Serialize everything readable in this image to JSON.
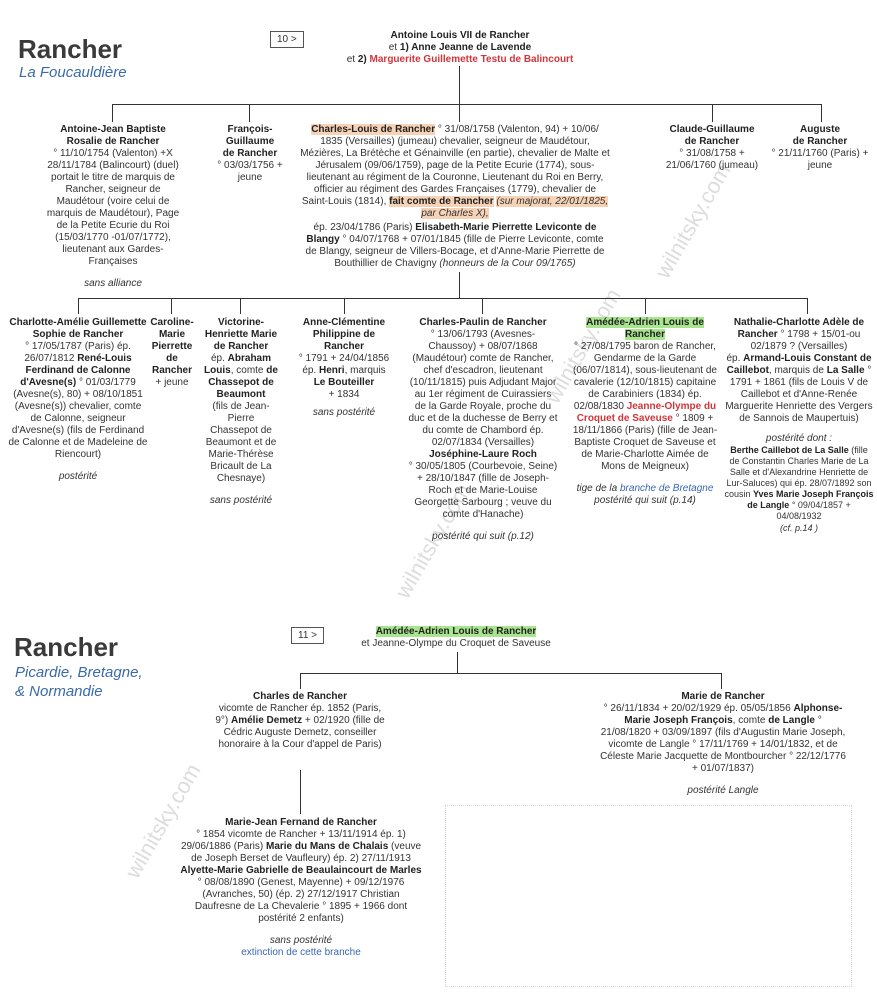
{
  "section1": {
    "title": "Rancher",
    "subtitle": "La Foucauldière",
    "page_ref": "10 >",
    "head": {
      "line1": "Antoine Louis VII de Rancher",
      "line2_a": "et ",
      "line2_b": "1) Anne Jeanne de Lavende",
      "line3_a": "et ",
      "line3_b": "2)",
      "line3_c": "Marguerite Guillemette Testu de Balincourt"
    },
    "children": {
      "antoine_jean": {
        "name1": "Antoine-Jean Baptiste",
        "name2": "Rosalie de Rancher",
        "body": "° 11/10/1754 (Valenton) +X 28/11/1784 (Balincourt) (duel) portait le titre de marquis de Rancher, seigneur de Maudétour (voire celui de marquis de Maudétour), Page de la Petite Ecurie du Roi (15/03/1770 -01/07/1772), lieutenant aux Gardes-Françaises",
        "note": "sans alliance"
      },
      "francois": {
        "name1": "François-",
        "name2": "Guillaume",
        "name3": "de Rancher",
        "body": "° 03/03/1756 + jeune"
      },
      "charles_louis": {
        "name": "Charles-Louis de Rancher",
        "body1": "° 31/08/1758 (Valenton, 94) + 10/06/ 1835 (Versailles) (jumeau) chevalier, seigneur de Maudétour, Mézières, La Brétèche et Génainville (en partie), chevalier de Malte et Jérusalem (09/06/1759), page de la Petite Ecurie (1774), sous-lieutenant au régiment de la Couronne, Lieutenant du Roi en Berry, officier au régiment des Gardes Françaises (1779), chevalier de Saint-Louis (1814),",
        "comte": "fait comte de Rancher",
        "comte_note": "(sur majorat, 22/01/1825, par Charles X),",
        "ep": "ép. 23/04/1786 (Paris)",
        "spouse": "Elisabeth-Marie Pierrette Leviconte de Blangy",
        "body2": "° 04/07/1768 + 07/01/1845 (fille de Pierre Leviconte, comte de Blangy, seigneur de Villers-Bocage, et d'Anne-Marie Pierrette de Bouthillier de Chavigny",
        "honneurs": "(honneurs de la Cour 09/1765)"
      },
      "claude": {
        "name1": "Claude-Guillaume",
        "name2": "de Rancher",
        "body": "° 31/08/1758 + 21/06/1760 (jumeau)"
      },
      "auguste": {
        "name1": "Auguste",
        "name2": "de Rancher",
        "body": "° 21/11/1760 (Paris) + jeune"
      }
    },
    "grandchildren": {
      "charlotte": {
        "name": "Charlotte-Amélie Guillemette Sophie de Rancher",
        "body1": "° 17/05/1787 (Paris) ép. 26/07/1812",
        "spouse": "René-Louis Ferdinand de Calonne d'Avesne(s)",
        "body2": "° 01/03/1779 (Avesne(s), 80) + 08/10/1851 (Avesne(s)) chevalier, comte de Calonne, seigneur d'Avesne(s) (fils de Ferdinand de Calonne et de Madeleine de Riencourt)",
        "note": "postérité"
      },
      "caroline": {
        "name": "Caroline-Marie Pierrette de Rancher",
        "body": "+ jeune"
      },
      "victorine": {
        "name": "Victorine-Henriette Marie de Rancher",
        "ep": "ép.",
        "spouse": "Abraham Louis",
        "mid": ", comte",
        "spouse2": "de Chassepot de Beaumont",
        "body": "(fils de Jean-Pierre Chassepot de Beaumont et de Marie-Thérèse Bricault de La Chesnaye)",
        "note": "sans postérité"
      },
      "anne": {
        "name": "Anne-Clémentine Philippine de Rancher",
        "body1": "° 1791 + 24/04/1856 ép.",
        "spouse": "Henri",
        "body2": ", marquis",
        "spouse2": "Le Bouteiller",
        "body3": "+ 1834",
        "note": "sans postérité"
      },
      "charles_paulin": {
        "name": "Charles-Paulin de Rancher",
        "body1": "° 13/06/1793 (Avesnes-Chaussoy) + 08/07/1868 (Maudétour) comte de Rancher, chef d'escadron, lieutenant (10/11/1815) puis Adjudant Major au 1er régiment de Cuirassiers de la Garde Royale, proche du duc et de la duchesse de Berry et du comte de Chambord ép. 02/07/1834 (Versailles)",
        "spouse": "Joséphine-Laure Roch",
        "body2": "° 30/05/1805 (Courbevoie, Seine) + 28/10/1847 (fille de Joseph-Roch et de Marie-Louise Georgette Sarbourg ; veuve du comte d'Hanache)",
        "note": "postérité qui suit (p.12)"
      },
      "amedee": {
        "name": "Amédée-Adrien Louis de Rancher",
        "body1": "° 27/08/1795 baron de Rancher, Gendarme de la Garde (06/07/1814), sous-lieutenant de cavalerie (12/10/1815) capitaine de Carabiniers (1834) ép. 02/08/1830",
        "spouse": "Jeanne-Olympe du Croquet de Saveuse",
        "body2": "° 1809 + 18/11/1866 (Paris) (fille de Jean-Baptiste Croquet de Saveuse et de Marie-Charlotte Aimée de Mons de Meigneux)",
        "note1": "tige de la",
        "note1_link": "branche de Bretagne",
        "note2": "postérité qui suit (p.14)"
      },
      "nathalie": {
        "name": "Nathalie-Charlotte Adèle de Rancher",
        "body1": "° 1798 + 15/01-ou 02/1879 ? (Versailles)",
        "ep": "ép.",
        "spouse": "Armand-Louis Constant de Caillebot",
        "body2": ", marquis de",
        "spouse2": "La Salle",
        "body3": "° 1791 + 1861 (fils de Louis V de Caillebot et d'Anne-Renée Marguerite Henriette des Vergers de Sannois de Maupertuis)",
        "note": "postérité dont :",
        "berthe": "Berthe Caillebot de La Salle",
        "body4": "(fille de Constantin Charles Marie de La Salle et d'Alexandrine Henriette de Lur-Saluces) qui ép. 28/07/1892 son cousin",
        "yves": "Yves Marie Joseph François de Langle",
        "body5": "° 09/04/1857 + 04/08/1932",
        "cf": "(cf. p.14 )"
      }
    }
  },
  "section2": {
    "title": "Rancher",
    "subtitle1": "Picardie, Bretagne,",
    "subtitle2": "& Normandie",
    "page_ref": "11 >",
    "head": {
      "line1": "Amédée-Adrien Louis de Rancher",
      "line2": "et Jeanne-Olympe du Croquet de Saveuse"
    },
    "charles": {
      "name": "Charles de Rancher",
      "body1": "vicomte de Rancher ép. 1852 (Paris, 9°)",
      "spouse": "Amélie Demetz",
      "body2": "+ 02/1920 (fille de Cédric Auguste Demetz, conseiller honoraire à la Cour d'appel de Paris)"
    },
    "marie": {
      "name": "Marie de Rancher",
      "body1": "° 26/11/1834 + 20/02/1929 ép. 05/05/1856",
      "spouse": "Alphonse-Marie Joseph François",
      "body2": ", comte",
      "spouse2": "de Langle",
      "body3": "° 21/08/1820 + 03/09/1897 (fils d'Augustin Marie Joseph, vicomte de Langle ° 17/11/1769 + 14/01/1832, et de Céleste Marie Jacquette de Montbourcher ° 22/12/1776 + 01/07/1837)",
      "note": "postérité Langle"
    },
    "marie_jean": {
      "name": "Marie-Jean Fernand de Rancher",
      "body1": "° 1854 vicomte de Rancher + 13/11/1914 ép. 1) 29/06/1886 (Paris)",
      "spouse1": "Marie du Mans de Chalais",
      "body2": "(veuve de Joseph Berset de Vaufleury) ép. 2) 27/11/1913",
      "spouse2": "Alyette-Marie Gabrielle de Beaulaincourt de Marles",
      "body3": "° 08/08/1890 (Genest, Mayenne) + 09/12/1976 (Avranches, 50) (ép. 2) 27/12/1917 Christian Daufresne de La Chevalerie ° 1895 + 1966 dont postérité 2 enfants)",
      "note1": "sans postérité",
      "note2": "extinction de cette branche"
    }
  },
  "watermark": "wilnitsky.com"
}
